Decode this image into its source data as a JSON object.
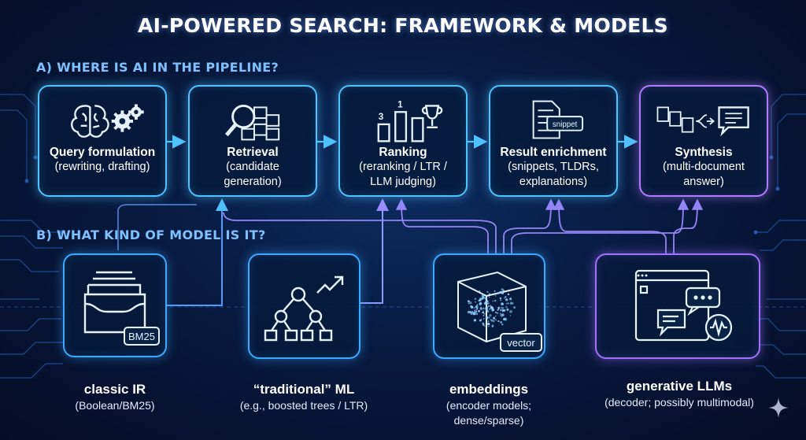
{
  "title": "AI-POWERED SEARCH: FRAMEWORK & MODELS",
  "section_a": "A) WHERE IS AI IN THE PIPELINE?",
  "section_b": "B) WHAT KIND OF MODEL IS IT?",
  "stages": [
    {
      "name": "Query formulation",
      "desc": "(rewriting, drafting)",
      "icon": "brain-gears-icon"
    },
    {
      "name": "Retrieval",
      "desc": "(candidate\ngeneration)",
      "icon": "magnifier-cubes-icon"
    },
    {
      "name": "Ranking",
      "desc": "(reranking / LTR /\nLLM judging)",
      "icon": "podium-trophy-icon"
    },
    {
      "name": "Result enrichment",
      "desc": "(snippets, TLDRs,\nexplanations)",
      "icon": "document-snippet-icon"
    },
    {
      "name": "Synthesis",
      "desc": "(multi-document\nanswer)",
      "icon": "documents-merge-chat-icon"
    }
  ],
  "models": [
    {
      "name": "classic IR",
      "desc": "(Boolean/BM25)",
      "icon": "file-drawer-icon",
      "tag": "BM25"
    },
    {
      "name": "“traditional” ML",
      "desc": "(e.g., boosted trees / LTR)",
      "icon": "decision-tree-icon"
    },
    {
      "name": "embeddings",
      "desc": "(encoder models;\ndense/sparse)",
      "icon": "vector-cube-icon",
      "tag": "vector"
    },
    {
      "name": "generative LLMs",
      "desc": "(decoder; possibly multimodal)",
      "icon": "chat-window-icon"
    }
  ],
  "podium_numbers": [
    "3",
    "1"
  ],
  "snippet_tag": "snippet",
  "colors": {
    "cyan": "#4fc3ff",
    "purple": "#b07bff",
    "background": "#081a40"
  }
}
